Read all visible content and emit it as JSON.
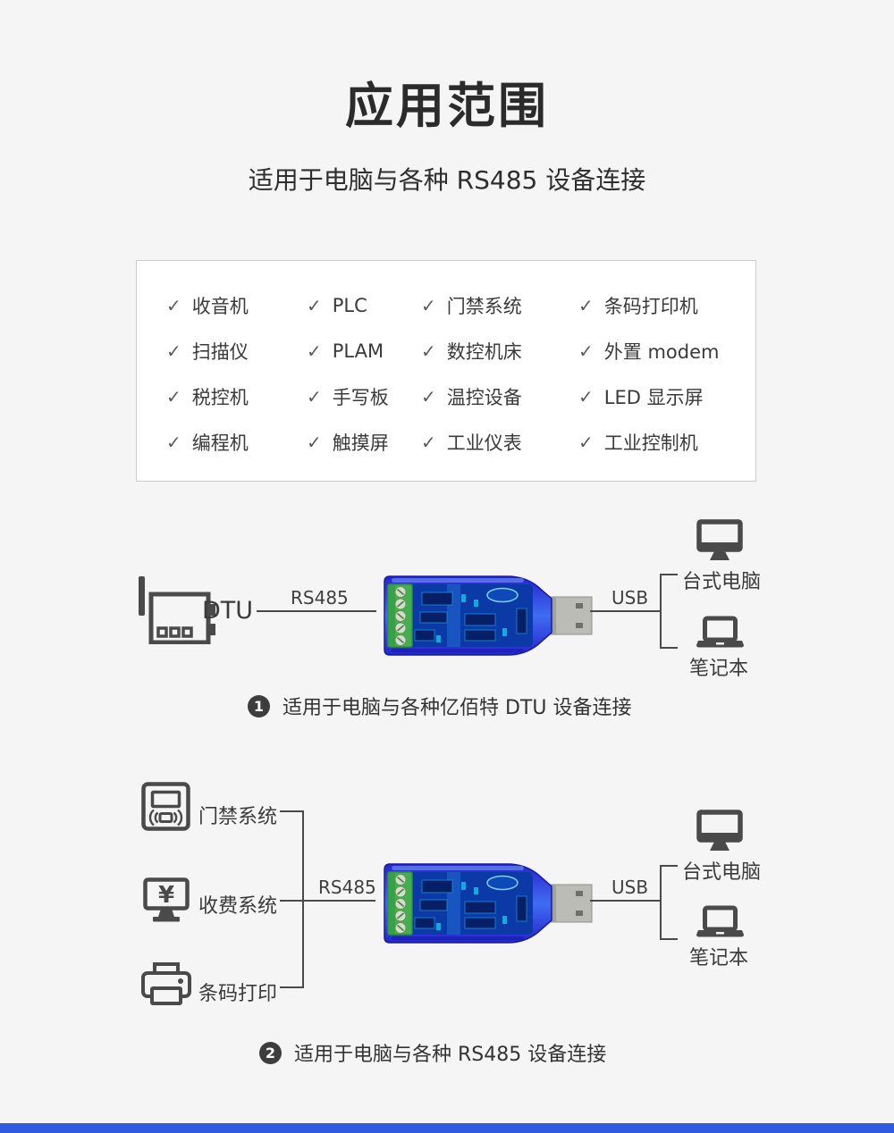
{
  "page": {
    "title": "应用范围",
    "subtitle": "适用于电脑与各种 RS485 设备连接",
    "background_color": "#f5f5f5",
    "accent_bar_color": "#2e5be0",
    "line_color": "#4a4a4a"
  },
  "checklist": {
    "check_glyph": "✓",
    "items": [
      "收音机",
      "PLC",
      "门禁系统",
      "条码打印机",
      "扫描仪",
      "PLAM",
      "数控机床",
      "外置 modem",
      "税控机",
      "手写板",
      "温控设备",
      "LED 显示屏",
      "编程机",
      "触摸屏",
      "工业仪表",
      "工业控制机"
    ]
  },
  "diagram1": {
    "dtu_label": "DTU",
    "rs485_label": "RS485",
    "usb_label": "USB",
    "desktop_label": "台式电脑",
    "laptop_label": "笔记本",
    "caption_number": "1",
    "caption_text": "适用于电脑与各种亿佰特 DTU 设备连接"
  },
  "diagram2": {
    "source1_label": "门禁系统",
    "source2_label": "收费系统",
    "source3_label": "条码打印",
    "fee_icon_glyph": "¥",
    "rs485_label": "RS485",
    "usb_label": "USB",
    "desktop_label": "台式电脑",
    "laptop_label": "笔记本",
    "caption_number": "2",
    "caption_text": "适用于电脑与各种 RS485 设备连接"
  },
  "device_colors": {
    "shell_blue": "#3f6cf2",
    "shell_edge": "#2326c8",
    "pcb_blue": "#0b3aa6",
    "terminal_green": "#43b04e",
    "usb_metal": "#bcbcb6"
  }
}
